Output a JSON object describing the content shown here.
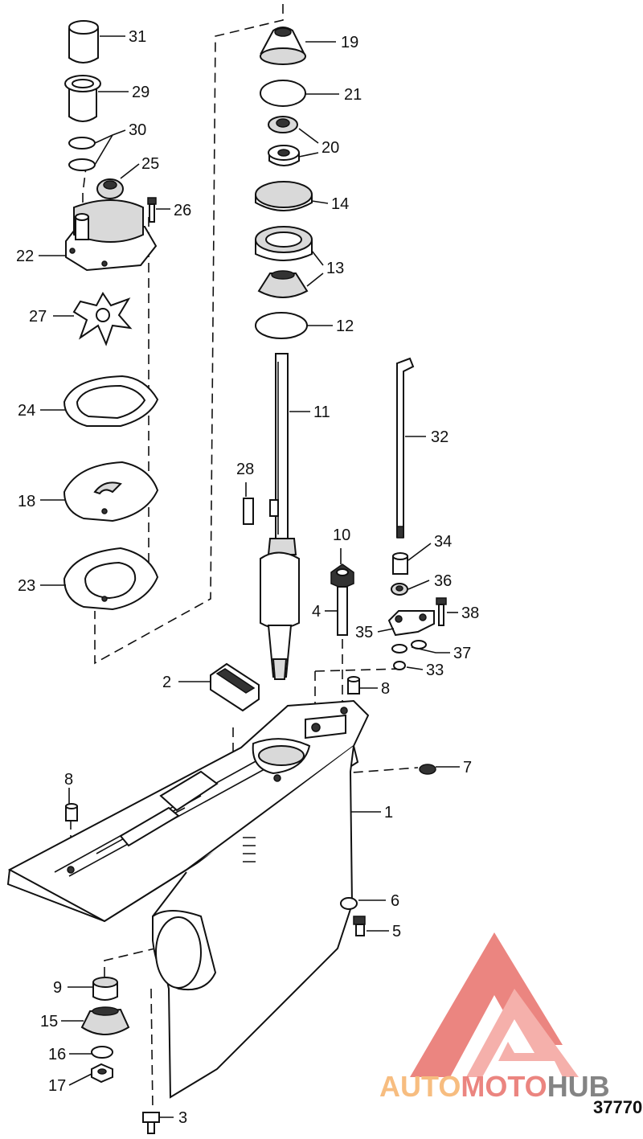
{
  "diagram": {
    "callouts": {
      "c1": "1",
      "c2": "2",
      "c3": "3",
      "c4": "4",
      "c5": "5",
      "c6": "6",
      "c7": "7",
      "c8a": "8",
      "c8b": "8",
      "c9": "9",
      "c10": "10",
      "c11": "11",
      "c12": "12",
      "c13": "13",
      "c14": "14",
      "c15": "15",
      "c16": "16",
      "c17": "17",
      "c18": "18",
      "c19": "19",
      "c20": "20",
      "c21": "21",
      "c22": "22",
      "c23": "23",
      "c24": "24",
      "c25": "25",
      "c26": "26",
      "c27": "27",
      "c28": "28",
      "c29": "29",
      "c30": "30",
      "c31": "31",
      "c32": "32",
      "c33": "33",
      "c34": "34",
      "c35": "35",
      "c36": "36",
      "c37": "37",
      "c38": "38"
    },
    "figure_number": "37770"
  },
  "watermark": {
    "word_part1": "AUTO",
    "word_part2": "MOTO",
    "word_part3": "HUB",
    "colors": {
      "orange": "#f6b26b",
      "red": "#e8706a",
      "gray": "#6f6f6f"
    }
  }
}
